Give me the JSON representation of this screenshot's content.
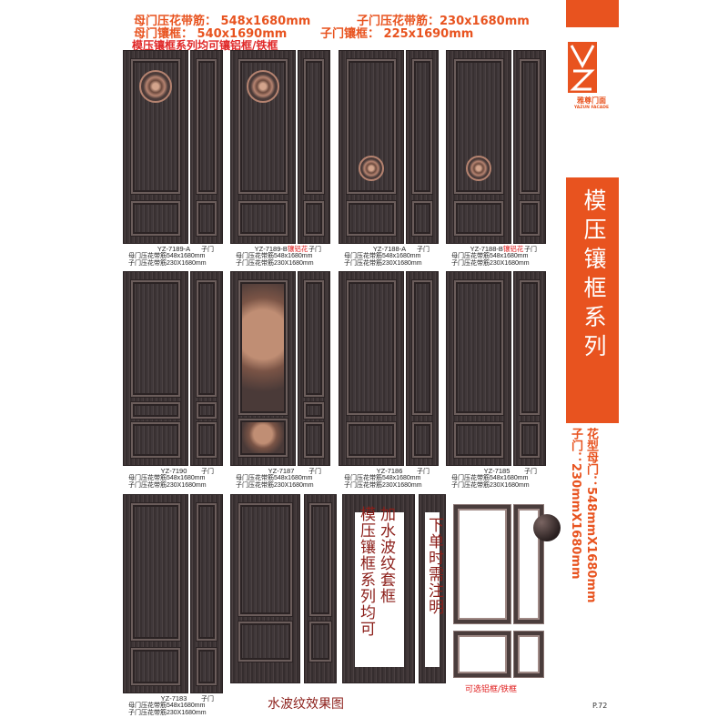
{
  "header": {
    "line1_left": "母门压花带筋：  548x1680mm",
    "line1_right": "子门压花带筋：230x1680mm",
    "line2_left": "母门镶框：  540x1690mm",
    "line2_right": "子门镶框：  225x1690mm",
    "line3": "模压镶框系列均可镶铝框/铁框"
  },
  "brand": {
    "logo_letters": "YZ",
    "name_cn": "雅尊门面",
    "name_en": "YAZUN FACADE",
    "color": "#e8531f"
  },
  "series_title": "模压镶框系列",
  "side_spec": {
    "line1": "花型母门：548mmX1680mm",
    "line2": "子门：230mmX1680mm"
  },
  "products": [
    {
      "model": "YZ-7189-A",
      "model_note": "",
      "sub_label": "子门",
      "spec1": "母门压花带筋548x1680mm",
      "spec2": "子门压花带筋230X1680mm"
    },
    {
      "model": "YZ-7189-B",
      "model_note": "镶铝花",
      "sub_label": "子门",
      "spec1": "母门压花带筋548x1680mm",
      "spec2": "子门压花带筋230X1680mm"
    },
    {
      "model": "YZ-7188-A",
      "model_note": "",
      "sub_label": "子门",
      "spec1": "母门压花带筋548x1680mm",
      "spec2": "子门压花带筋230X1680mm"
    },
    {
      "model": "YZ-7188-B",
      "model_note": "镶铝花",
      "sub_label": "子门",
      "spec1": "母门压花带筋548x1680mm",
      "spec2": "子门压花带筋230X1680mm"
    },
    {
      "model": "YZ-7190",
      "model_note": "",
      "sub_label": "子门",
      "spec1": "母门压花带筋548x1680mm",
      "spec2": "子门压花带筋230X1680mm"
    },
    {
      "model": "YZ-7187",
      "model_note": "",
      "sub_label": "子门",
      "spec1": "母门压花带筋548x1680mm",
      "spec2": "子门压花带筋230X1680mm"
    },
    {
      "model": "YZ-7186",
      "model_note": "",
      "sub_label": "子门",
      "spec1": "母门压花带筋548x1680mm",
      "spec2": "子门压花带筋230X1680mm"
    },
    {
      "model": "YZ-7185",
      "model_note": "",
      "sub_label": "子门",
      "spec1": "母门压花带筋548x1680mm",
      "spec2": "子门压花带筋230X1680mm"
    },
    {
      "model": "YZ-7183",
      "model_note": "",
      "sub_label": "子门",
      "spec1": "母门压花带筋548x1680mm",
      "spec2": "子门压花带筋230X1680mm"
    }
  ],
  "water_wave": {
    "note_col1": "加水波纹套框",
    "note_col2": "模压镶框系列均可",
    "note_col3": "下单时需注明",
    "caption": "水波纹效果图"
  },
  "frames_caption": "可选铝框/铁框",
  "page_number": "P.72"
}
